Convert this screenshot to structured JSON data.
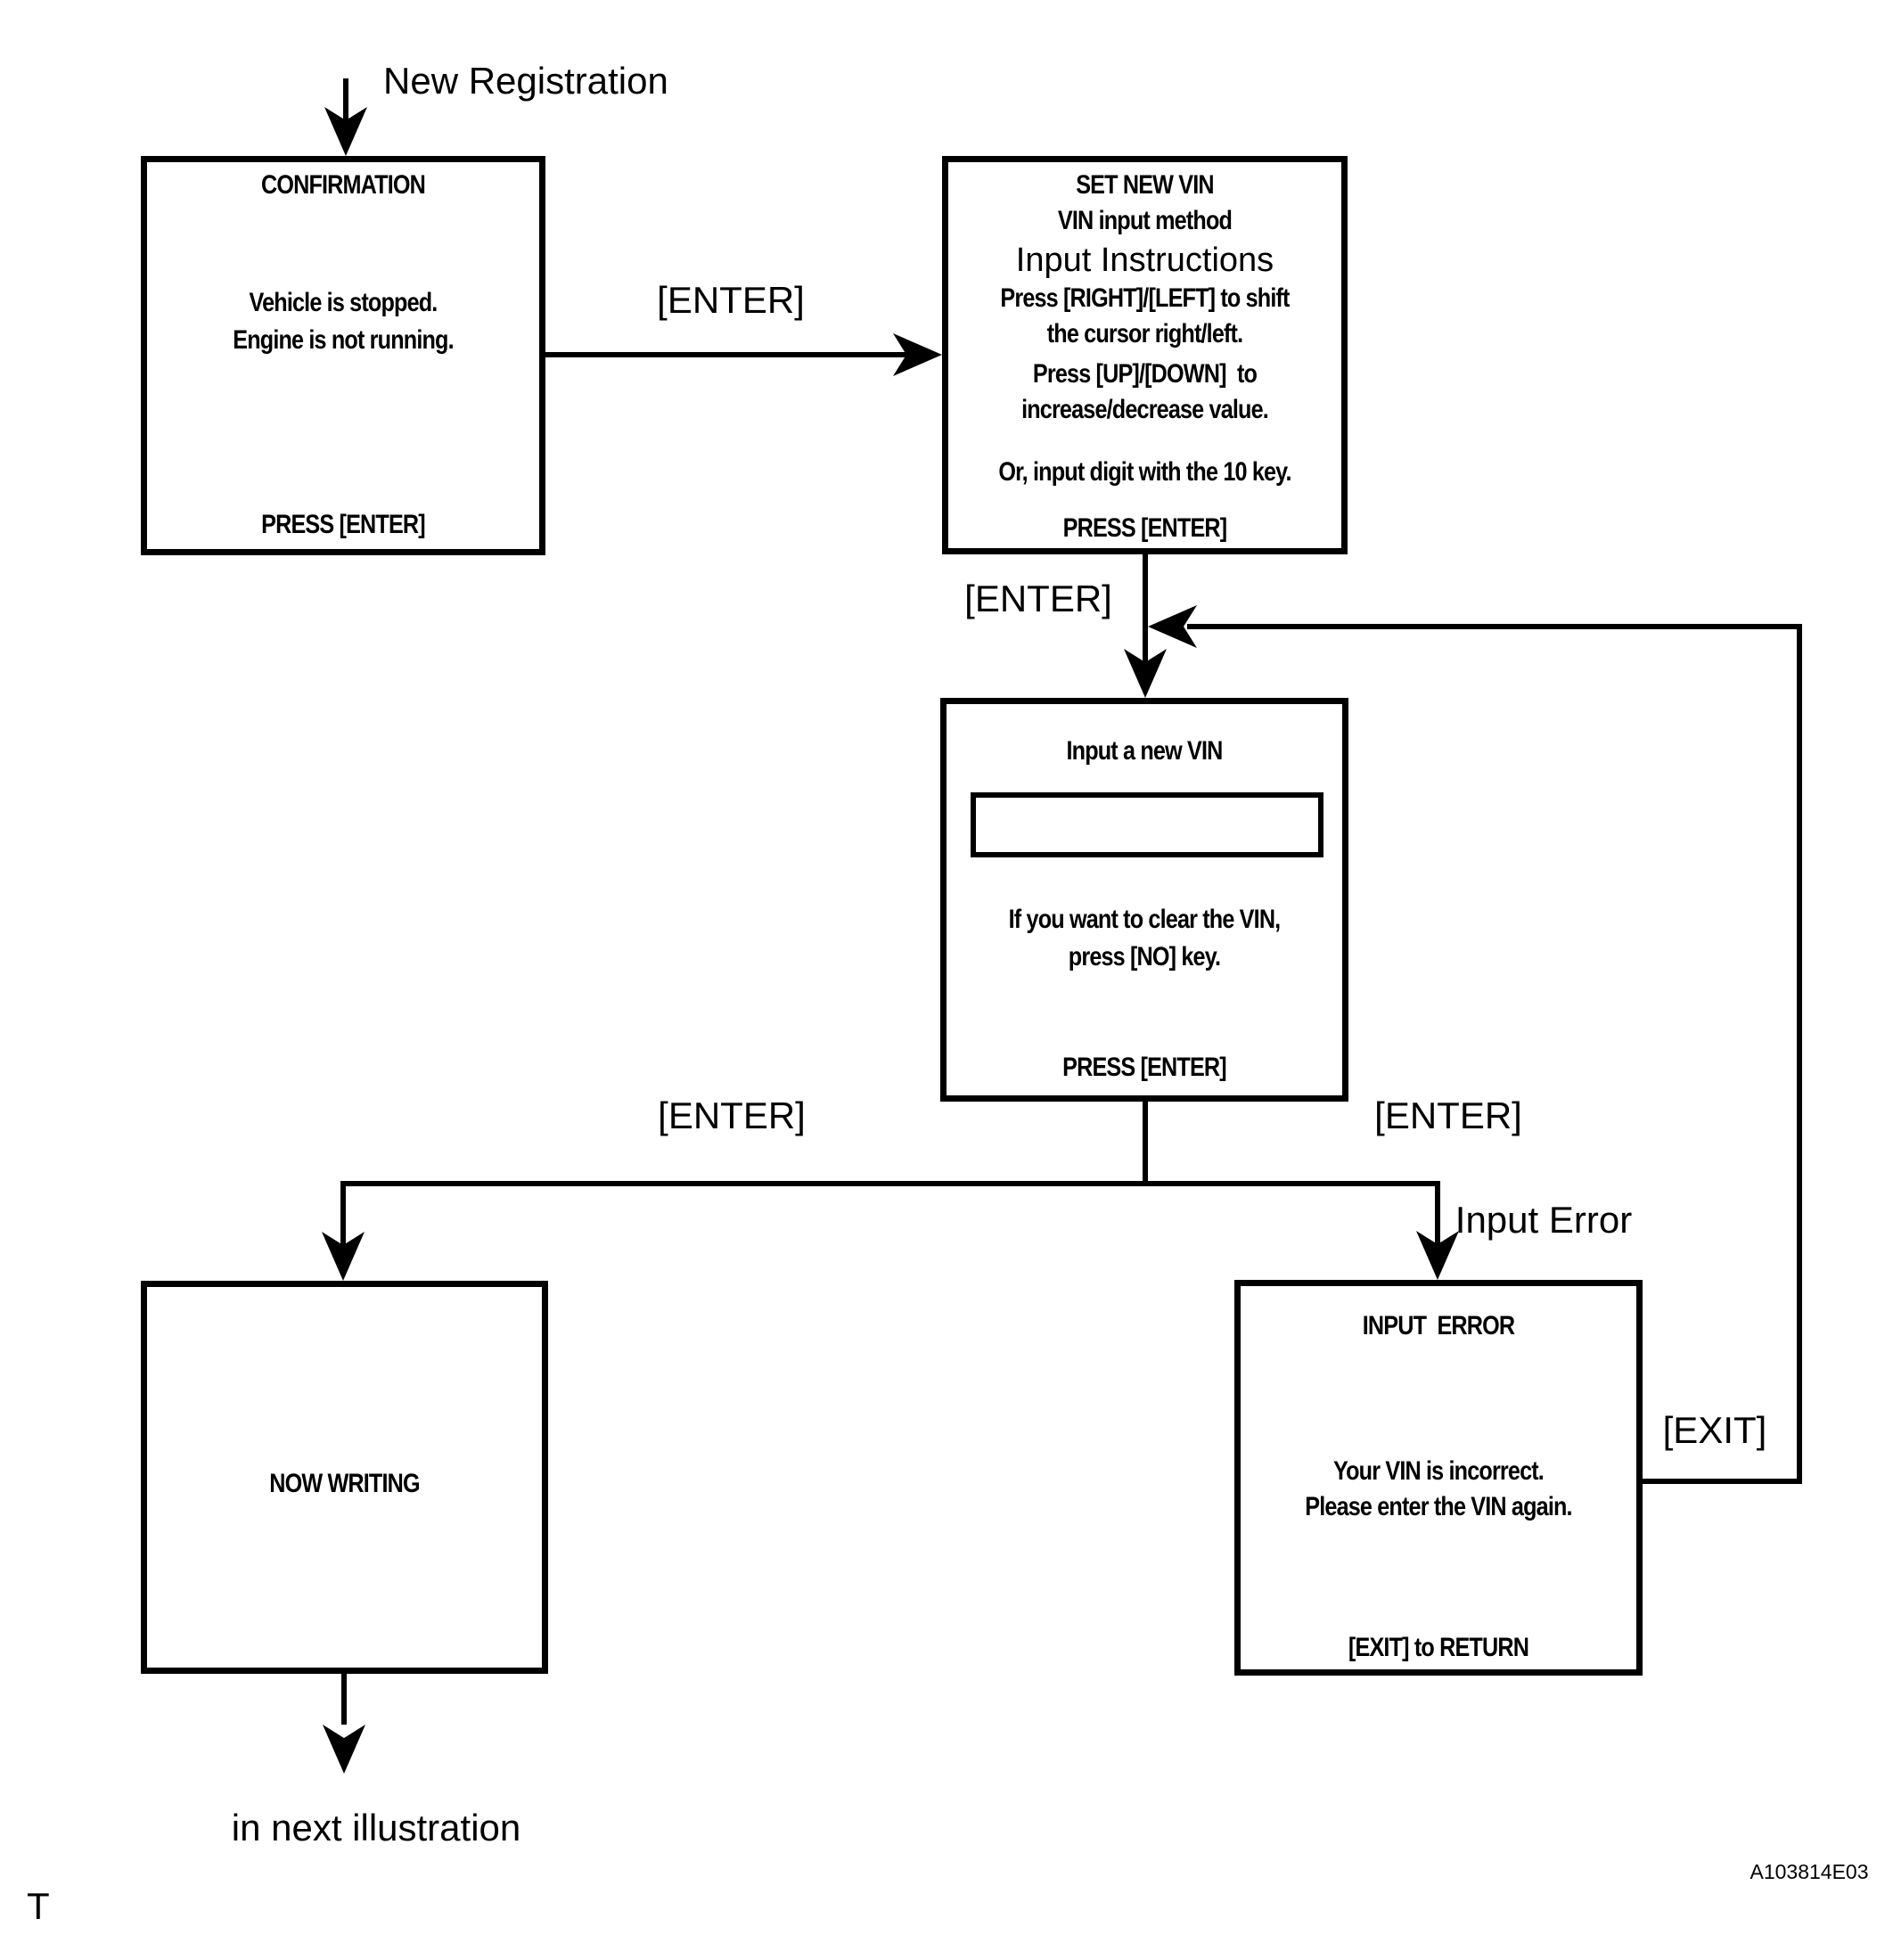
{
  "labels": {
    "new_registration": "New Registration",
    "enter_confirm_to_setvin": "[ENTER]",
    "enter_setvin_to_input": "[ENTER]",
    "enter_branch_left": "[ENTER]",
    "enter_branch_right": "[ENTER]",
    "input_error": "Input Error",
    "exit": "[EXIT]",
    "next_illustration": "in next illustration",
    "page_marker": "T",
    "figure_id": "A103814E03"
  },
  "boxes": {
    "confirmation": {
      "title": "CONFIRMATION",
      "body": [
        "Vehicle is stopped.",
        "Engine is not running."
      ],
      "footer": "PRESS [ENTER]"
    },
    "set_new_vin": {
      "line1": "SET NEW VIN",
      "line2": "VIN input method",
      "line3": "Input Instructions",
      "line4": "Press [RIGHT]/[LEFT] to shift",
      "line5": "the cursor right/left.",
      "line6": "Press [UP]/[DOWN]  to",
      "line7": "increase/decrease value.",
      "line8": "Or, input digit with the 10 key.",
      "footer": "PRESS [ENTER]"
    },
    "input_new_vin": {
      "title": "Input a new VIN",
      "vin_field_value": "",
      "body": [
        "If you want to clear the VIN,",
        "press [NO] key."
      ],
      "footer": "PRESS [ENTER]"
    },
    "now_writing": {
      "title": "NOW WRITING"
    },
    "input_error": {
      "title": "INPUT  ERROR",
      "body": [
        "Your VIN is incorrect.",
        "Please enter the VIN again."
      ],
      "footer": "[EXIT] to RETURN"
    }
  },
  "colors": {
    "ink": "#000000",
    "paper": "#ffffff"
  }
}
